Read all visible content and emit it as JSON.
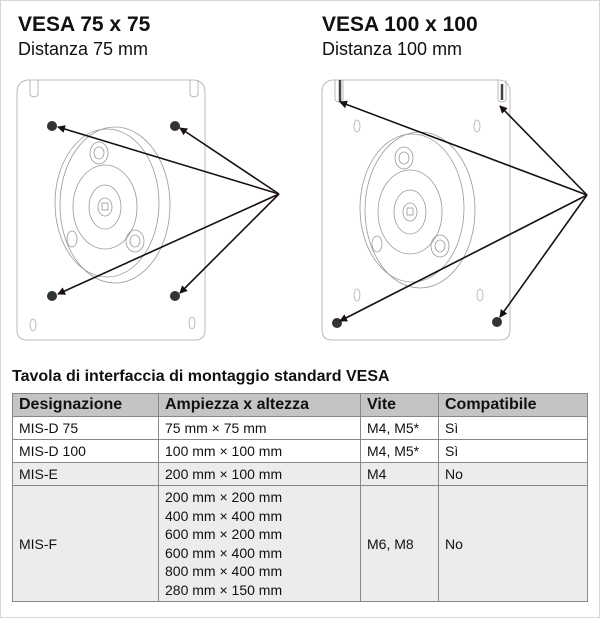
{
  "panels": [
    {
      "title": "VESA 75 x 75",
      "subtitle": "Distanza 75 mm"
    },
    {
      "title": "VESA 100 x 100",
      "subtitle": "Distanza 100 mm"
    }
  ],
  "table": {
    "title": "Tavola di interfaccia di montaggio standard VESA",
    "headers": [
      "Designazione",
      "Ampiezza x altezza",
      "Vite",
      "Compatibile"
    ],
    "rows": [
      {
        "designation": "MIS-D 75",
        "sizes": [
          "75 mm × 75 mm"
        ],
        "screw": "M4, M5*",
        "compatible": "Sì"
      },
      {
        "designation": "MIS-D 100",
        "sizes": [
          "100 mm × 100 mm"
        ],
        "screw": "M4, M5*",
        "compatible": "Sì"
      },
      {
        "designation": "MIS-E",
        "sizes": [
          "200 mm × 100 mm"
        ],
        "screw": "M4",
        "compatible": "No"
      },
      {
        "designation": "MIS-F",
        "sizes": [
          "200 mm × 200 mm",
          "400 mm × 400 mm",
          "600 mm × 200 mm",
          "600 mm × 400 mm",
          "800 mm × 400 mm",
          "280 mm × 150 mm"
        ],
        "screw": "M6, M8",
        "compatible": "No"
      }
    ]
  }
}
